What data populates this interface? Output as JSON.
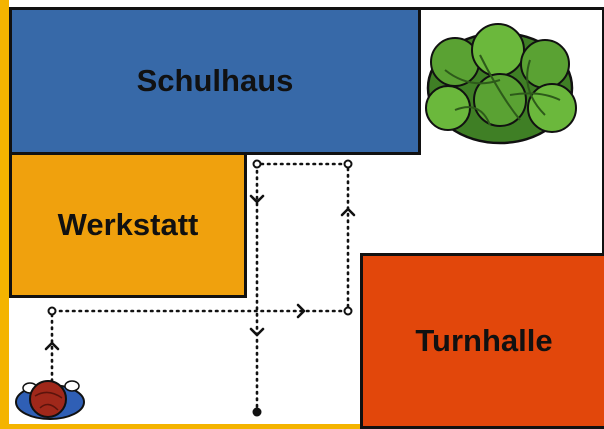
{
  "buildings": {
    "schulhaus": "Schulhaus",
    "werkstatt": "Werkstatt",
    "turnhalle": "Turnhalle"
  },
  "colors": {
    "frame": "#f4b400",
    "schulhaus": "#3769a8",
    "werkstatt": "#f0a10d",
    "turnhalle": "#e2470b",
    "bush": "#5aa233"
  },
  "icons": [
    "bush-icon",
    "child-icon"
  ]
}
